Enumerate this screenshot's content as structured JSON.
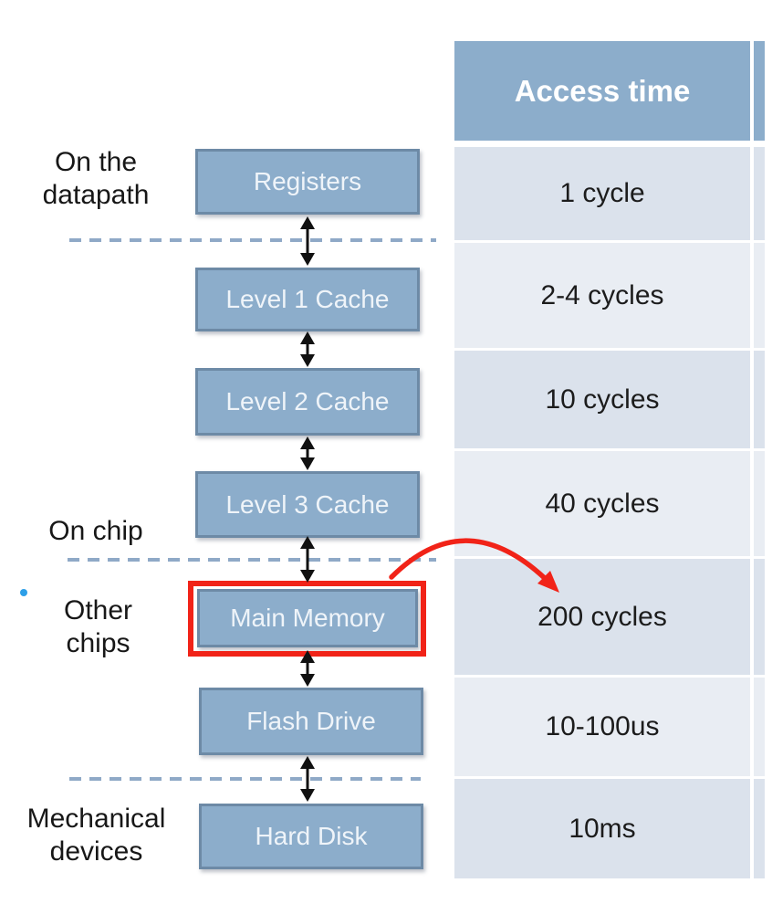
{
  "diagram": {
    "left_labels": [
      {
        "text": "On the datapath",
        "lines": [
          "On the",
          "datapath"
        ]
      },
      {
        "text": "On chip",
        "lines": [
          "On chip"
        ]
      },
      {
        "text": "Other chips",
        "lines": [
          "Other",
          "chips"
        ]
      },
      {
        "text": "Mechanical devices",
        "lines": [
          "Mechanical",
          "devices"
        ]
      }
    ],
    "levels": [
      {
        "name": "Registers",
        "access_time": "1 cycle"
      },
      {
        "name": "Level 1 Cache",
        "access_time": "2-4 cycles"
      },
      {
        "name": "Level 2 Cache",
        "access_time": "10 cycles"
      },
      {
        "name": "Level 3 Cache",
        "access_time": "40 cycles"
      },
      {
        "name": "Main Memory",
        "access_time": "200 cycles"
      },
      {
        "name": "Flash Drive",
        "access_time": "10-100us"
      },
      {
        "name": "Hard Disk",
        "access_time": "10ms"
      }
    ],
    "highlight": {
      "box": "Main Memory",
      "arrow_target_cell": "200 cycles"
    }
  },
  "table": {
    "header_label": "Access time"
  },
  "colors": {
    "box_fill": "#8cadcb",
    "box_border": "#6d8aa6",
    "header_fill": "#8cadcb",
    "row_dark": "#dbe2ec",
    "row_light": "#e9edf3",
    "dashed_line": "#8fa9c7",
    "highlight_red": "#f12318",
    "bullet_dot_blue": "#2d9fe8",
    "arrow_black": "#111111"
  }
}
